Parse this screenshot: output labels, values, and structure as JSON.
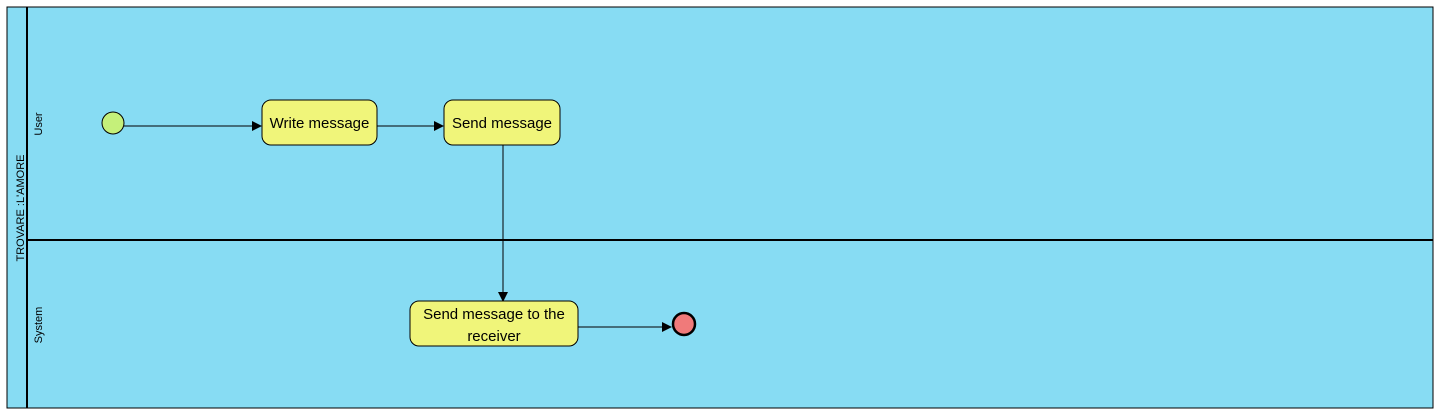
{
  "pool": {
    "title": "TROVARE :L'AMORE"
  },
  "lanes": [
    {
      "id": "user",
      "label": "User"
    },
    {
      "id": "system",
      "label": "System"
    }
  ],
  "nodes": {
    "initial": {
      "type": "initial",
      "lane": "user",
      "color": "#c5f07a"
    },
    "write": {
      "type": "action",
      "lane": "user",
      "lines": [
        "Write message"
      ]
    },
    "send": {
      "type": "action",
      "lane": "user",
      "lines": [
        "Send message"
      ]
    },
    "deliver": {
      "type": "action",
      "lane": "system",
      "lines": [
        "Send message to the",
        "receiver"
      ]
    },
    "final": {
      "type": "final",
      "lane": "system",
      "color": "#f07a7a"
    }
  },
  "flows": [
    {
      "from": "initial",
      "to": "write"
    },
    {
      "from": "write",
      "to": "send"
    },
    {
      "from": "send",
      "to": "deliver"
    },
    {
      "from": "deliver",
      "to": "final"
    }
  ],
  "colors": {
    "swimlane_fill": "#87dcf3",
    "action_fill": "#f0f57a",
    "initial_fill": "#c5f07a",
    "final_fill": "#f07a7a"
  }
}
